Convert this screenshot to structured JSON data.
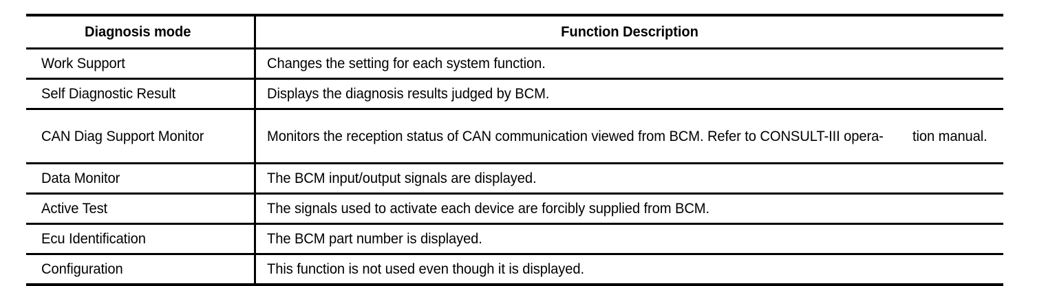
{
  "table": {
    "headers": {
      "mode": "Diagnosis mode",
      "description": "Function Description"
    },
    "rows": [
      {
        "mode": "Work Support",
        "description_lines": [
          "Changes the setting for each system function."
        ],
        "description": "Changes the setting for each system function."
      },
      {
        "mode": "Self Diagnostic Result",
        "description_lines": [
          "Displays the diagnosis results judged by BCM."
        ],
        "description": "Displays the diagnosis results judged by BCM."
      },
      {
        "mode": "CAN Diag Support Monitor",
        "description_lines": [
          "Monitors the reception status of CAN communication viewed from BCM. Refer to CONSULT-III opera-",
          "tion manual."
        ],
        "description": "Monitors the reception status of CAN communication viewed from BCM. Refer to CONSULT-III operation manual."
      },
      {
        "mode": "Data Monitor",
        "description_lines": [
          "The BCM input/output signals are displayed."
        ],
        "description": "The BCM input/output signals are displayed."
      },
      {
        "mode": "Active Test",
        "description_lines": [
          "The signals used to activate each device are forcibly supplied from BCM."
        ],
        "description": "The signals used to activate each device are forcibly supplied from BCM."
      },
      {
        "mode": "Ecu Identification",
        "description_lines": [
          "The BCM part number is displayed."
        ],
        "description": "The BCM part number is displayed."
      },
      {
        "mode": "Configuration",
        "description_lines": [
          "This function is not used even though it is displayed."
        ],
        "description": "This function is not used even though it is displayed."
      }
    ]
  },
  "colors": {
    "text": "#000000",
    "background": "#ffffff",
    "rule": "#000000"
  }
}
